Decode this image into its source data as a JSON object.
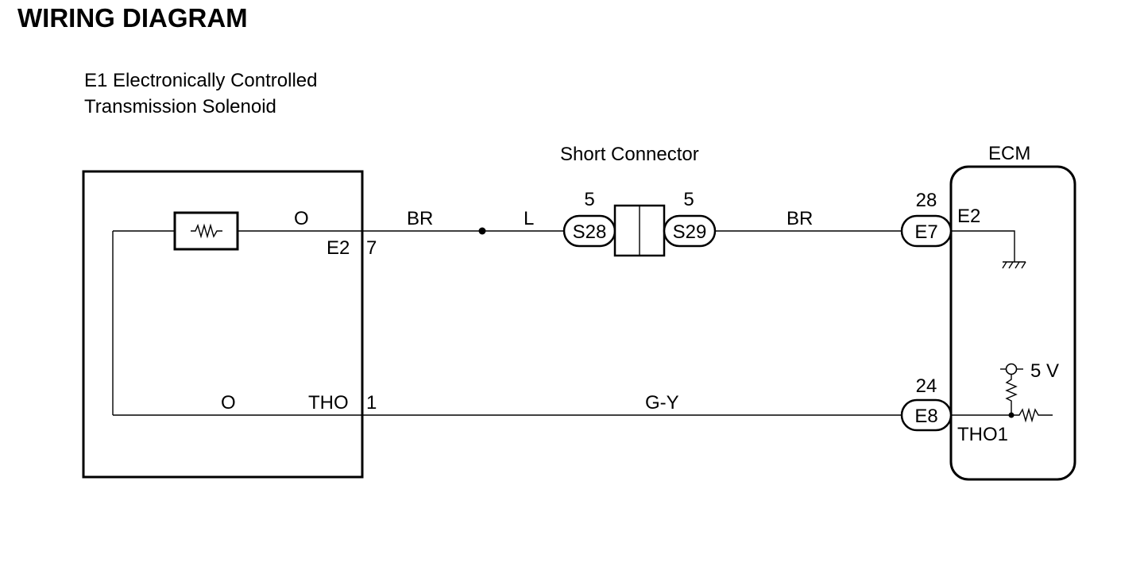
{
  "title": "WIRING DIAGRAM",
  "solenoid": {
    "name_line1": "E1 Electronically Controlled",
    "name_line2": "Transmission Solenoid",
    "pin_top_name": "E2",
    "pin_top_number": "7",
    "pin_bottom_name": "THO",
    "pin_bottom_number": "1",
    "internal_wire_top": "O",
    "internal_wire_bottom": "O"
  },
  "short_connector": {
    "label": "Short Connector",
    "left_pin": "5",
    "left_id": "S28",
    "right_pin": "5",
    "right_id": "S29"
  },
  "wires": {
    "top_left": "BR",
    "top_mid": "L",
    "top_right": "BR",
    "bottom": "G-Y"
  },
  "ecm": {
    "label": "ECM",
    "connector_top_pin": "28",
    "connector_top_id": "E7",
    "terminal_top": "E2",
    "connector_bottom_pin": "24",
    "connector_bottom_id": "E8",
    "terminal_bottom": "THO1",
    "supply": "5 V"
  }
}
